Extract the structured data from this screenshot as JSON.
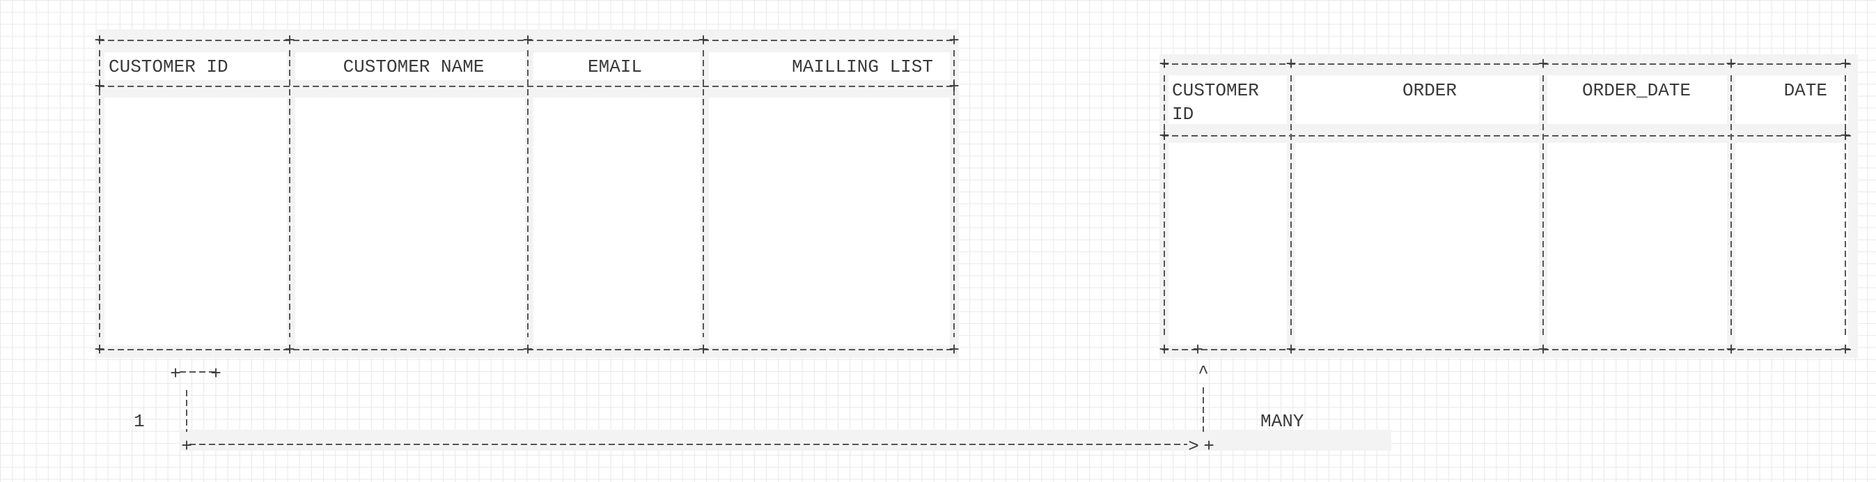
{
  "customers_table": {
    "columns": [
      "CUSTOMER ID",
      "CUSTOMER NAME",
      "EMAIL",
      "MAILLING LIST"
    ]
  },
  "orders_table": {
    "columns": [
      "CUSTOMER\nID",
      "ORDER",
      "ORDER_DATE",
      "DATE"
    ]
  },
  "relationship": {
    "from_cardinality": "1",
    "to_cardinality": "MANY"
  },
  "colors": {
    "line": "#555555",
    "text": "#3a3a3a",
    "box_fill": "#f3f3f3",
    "grid": "#e8e8e8"
  }
}
